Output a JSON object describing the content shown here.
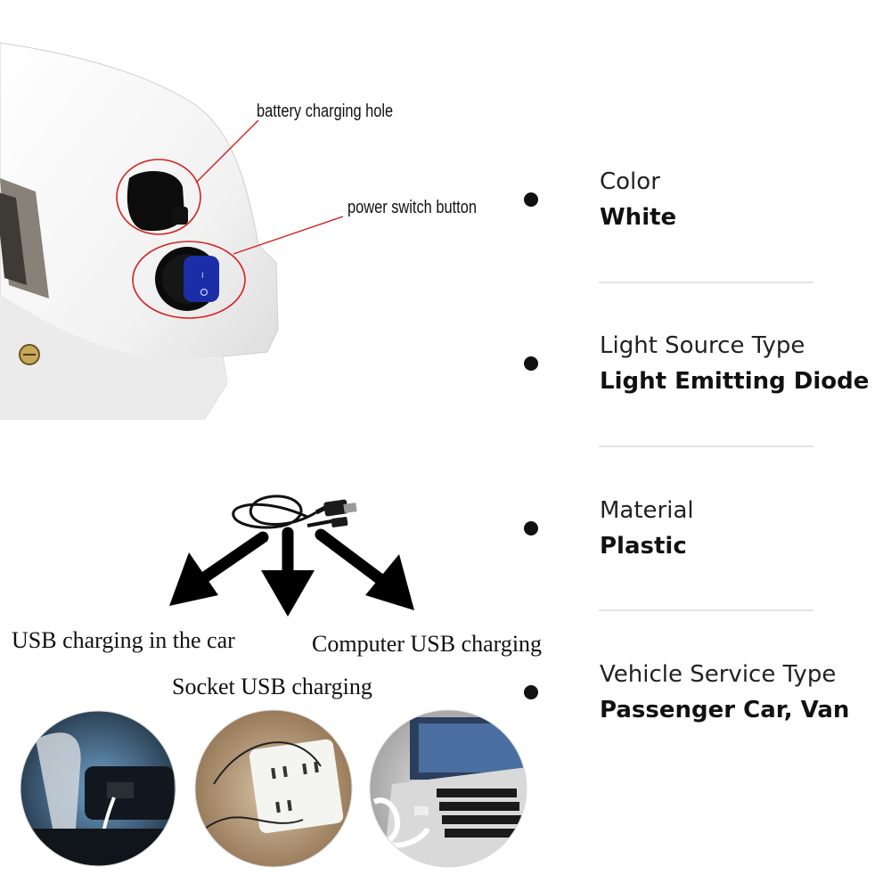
{
  "callouts": {
    "charging_hole": "battery charging hole",
    "power_switch": "power switch button"
  },
  "charging_options": {
    "car": "USB charging in the car",
    "computer": "Computer USB charging",
    "socket": "Socket USB charging"
  },
  "specs": [
    {
      "label": "Color",
      "value": "White"
    },
    {
      "label": "Light Source Type",
      "value": "Light Emitting Diode"
    },
    {
      "label": "Material",
      "value": "Plastic"
    },
    {
      "label": "Vehicle Service Type",
      "value": "Passenger Car, Van"
    }
  ],
  "colors": {
    "callout_circle": "#d42020",
    "switch_blue": "#1b2ea8",
    "bullet": "#111111",
    "divider": "#e3e3e3"
  },
  "icons": [
    "usb-cable-icon",
    "arrow-down-left-icon",
    "arrow-down-icon",
    "arrow-down-right-icon"
  ]
}
